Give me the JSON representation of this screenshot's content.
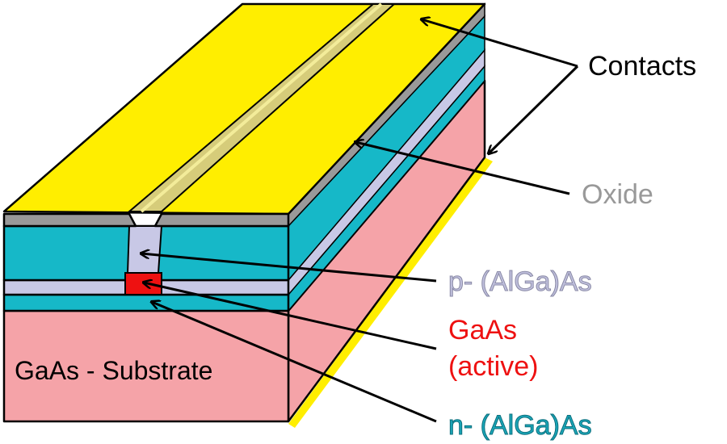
{
  "labels": {
    "contacts": "Contacts",
    "oxide": "Oxide",
    "p_layer": "p- (AlGa)As",
    "active_line1": "GaAs",
    "active_line2": "(active)",
    "n_layer": "n- (AlGa)As",
    "substrate": "GaAs - Substrate"
  },
  "colors": {
    "contact": "#ffee00",
    "contact_stripe": "#d6cc7a",
    "oxide": "#999999",
    "p_layer": "#c8c8e6",
    "n_layer": "#16b8c8",
    "active": "#ee1111",
    "substrate": "#f5a3a8",
    "oxide_text": "#999999",
    "p_text": "#aaaacc",
    "active_text": "#ee1111",
    "n_text": "#1aa6b8"
  }
}
